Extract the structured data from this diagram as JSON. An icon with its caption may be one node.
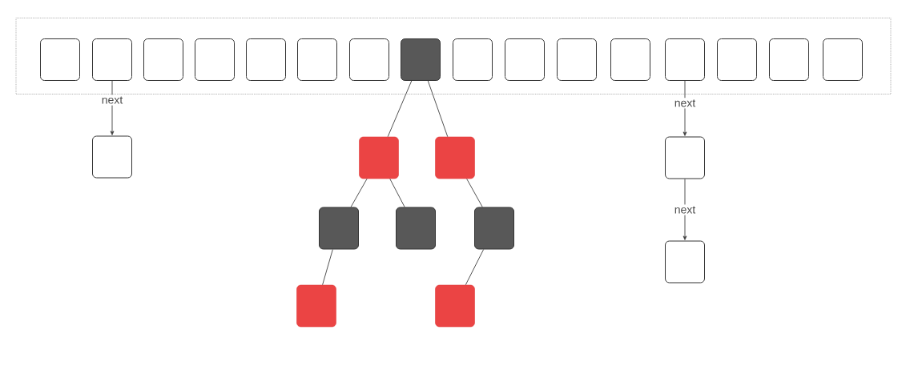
{
  "diagram": {
    "nodes": [
      {
        "text": [],
        "shape": "box"
      },
      {
        "text": [],
        "shape": "box",
        "in": 0
      },
      {
        "text": [],
        "shape": "box",
        "in": 0
      },
      {
        "text": [],
        "shape": "box",
        "in": 0
      },
      {
        "text": [],
        "shape": "box",
        "in": 0
      },
      {
        "text": [],
        "shape": "box",
        "in": 0
      },
      {
        "text": [],
        "shape": "box",
        "in": 0
      },
      {
        "text": [],
        "shape": "box",
        "in": 0
      },
      {
        "text": [],
        "shape": "box",
        "in": 0
      },
      {
        "text": [],
        "shape": "box",
        "in": 0
      },
      {
        "text": [],
        "shape": "box",
        "in": 0
      },
      {
        "text": [],
        "shape": "box",
        "in": 0
      },
      {
        "text": [],
        "shape": "box",
        "in": 0
      },
      {
        "text": [],
        "shape": "box",
        "in": 0
      },
      {
        "text": [],
        "shape": "box",
        "in": 0
      },
      {
        "text": [],
        "shape": "box",
        "in": 0
      },
      {
        "text": [],
        "shape": "box",
        "in": 0
      },
      {
        "text": [],
        "shape": "box"
      },
      {
        "text": [],
        "shape": "box"
      },
      {
        "text": [],
        "shape": "box"
      },
      {
        "text": [],
        "shape": "box"
      },
      {
        "text": [],
        "shape": "box"
      },
      {
        "text": [],
        "shape": "box"
      },
      {
        "text": [],
        "shape": "box"
      },
      {
        "text": [],
        "shape": "box"
      },
      {
        "text": [],
        "shape": "box"
      },
      {
        "text": [],
        "shape": "box"
      }
    ],
    "edges": [
      {
        "from": 2,
        "to": 17,
        "arrow": "to",
        "label": "next"
      },
      {
        "from": 8,
        "to": 18,
        "arrow": "none"
      },
      {
        "from": 8,
        "to": 19,
        "arrow": "none"
      },
      {
        "from": 18,
        "to": 20,
        "arrow": "none"
      },
      {
        "from": 18,
        "to": 21,
        "arrow": "none"
      },
      {
        "from": 19,
        "to": 22,
        "arrow": "none"
      },
      {
        "from": 20,
        "to": 23,
        "arrow": "none"
      },
      {
        "from": 22,
        "to": 24,
        "arrow": "none"
      },
      {
        "from": 13,
        "to": 25,
        "arrow": "to",
        "label": "next"
      },
      {
        "from": 25,
        "to": 26,
        "arrow": "to",
        "label": "next"
      }
    ]
  }
}
